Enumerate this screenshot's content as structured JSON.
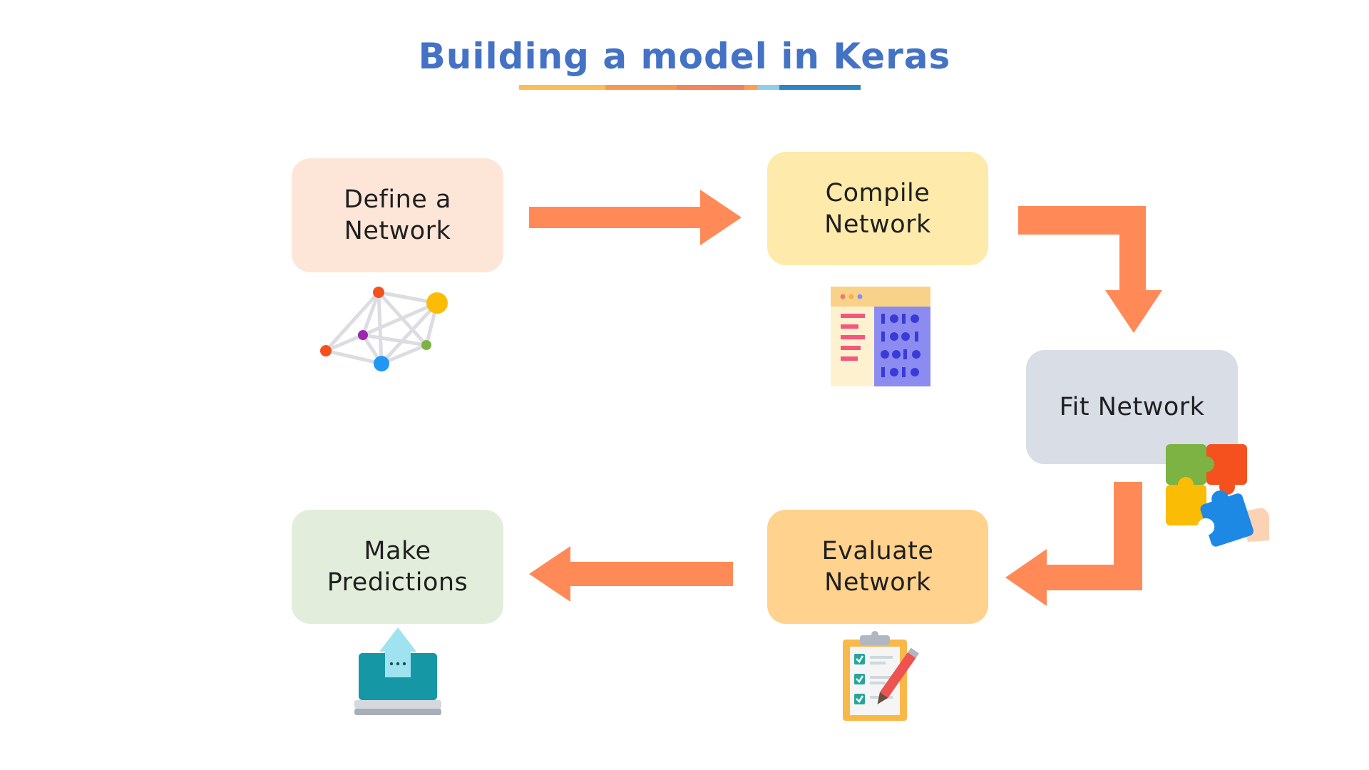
{
  "title": "Building a model in Keras",
  "colors": {
    "title": "#4472c4",
    "arrow": "#ff8a58",
    "underline": [
      "#fbbd5a",
      "#f6994f",
      "#f2855c",
      "#ee8260",
      "#f8a04f",
      "#8fcde8",
      "#2e86c1"
    ]
  },
  "steps": [
    {
      "id": "define",
      "label": "Define a\nNetwork",
      "color": "#fde6d8",
      "icon": "network-graph-icon"
    },
    {
      "id": "compile",
      "label": "Compile\nNetwork",
      "color": "#feeaaa",
      "icon": "code-window-icon"
    },
    {
      "id": "fit",
      "label": "Fit Network",
      "color": "#d8dde6",
      "icon": "puzzle-pieces-icon"
    },
    {
      "id": "evaluate",
      "label": "Evaluate\nNetwork",
      "color": "#ffd28e",
      "icon": "clipboard-checklist-icon"
    },
    {
      "id": "predict",
      "label": "Make\nPredictions",
      "color": "#e2eedb",
      "icon": "laptop-upload-icon"
    }
  ]
}
